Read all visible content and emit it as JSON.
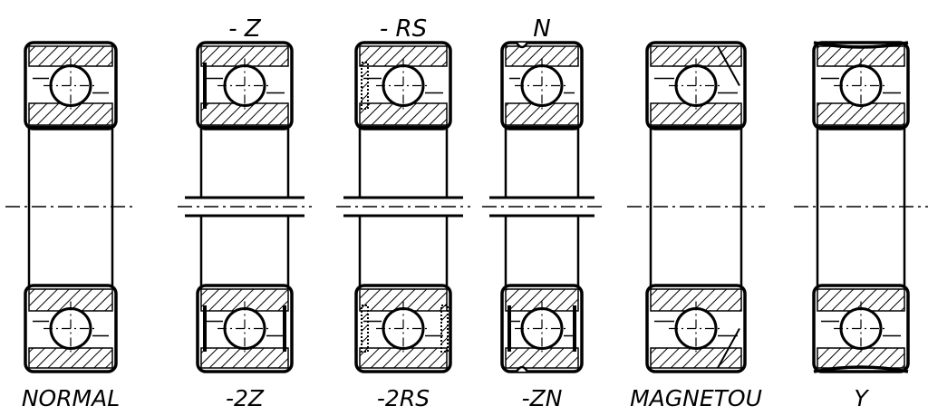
{
  "bearings": [
    {
      "id": "normal",
      "top_label": "",
      "bottom_label": "NORMAL",
      "variant": "normal"
    },
    {
      "id": "2z",
      "top_label": "- Z",
      "bottom_label": "-2Z",
      "variant": "shield"
    },
    {
      "id": "2rs",
      "top_label": "- RS",
      "bottom_label": "-2RS",
      "variant": "seal"
    },
    {
      "id": "zn",
      "top_label": "N",
      "bottom_label": "-ZN",
      "variant": "snap"
    },
    {
      "id": "magnetou",
      "top_label": "",
      "bottom_label": "MAGNETOU",
      "variant": "magneto"
    },
    {
      "id": "y",
      "top_label": "",
      "bottom_label": "Y",
      "variant": "y"
    }
  ]
}
